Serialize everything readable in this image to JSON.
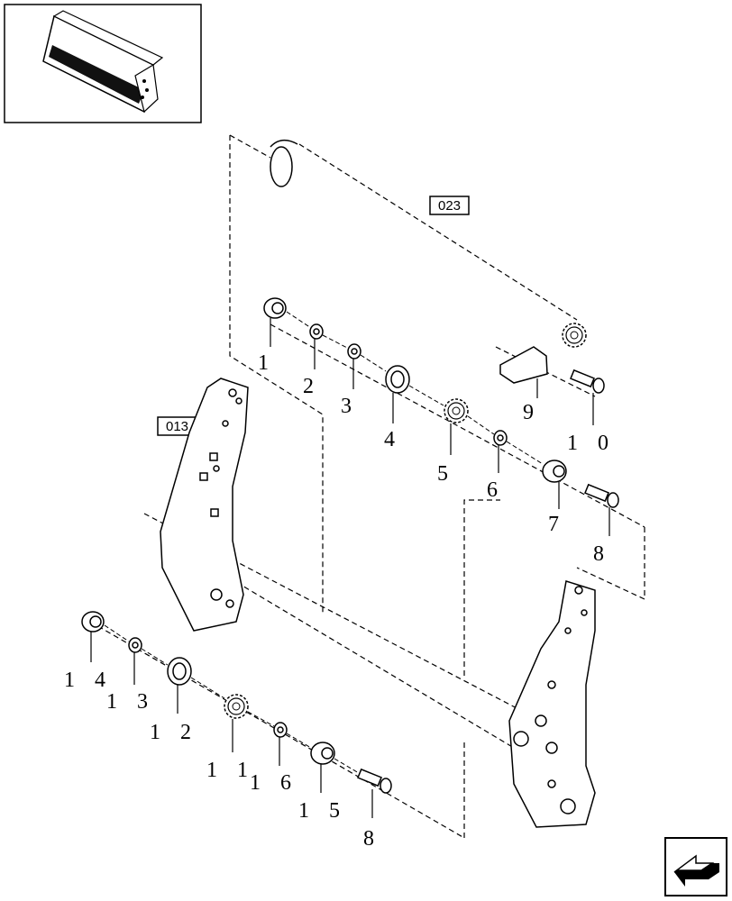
{
  "diagram": {
    "ref_boxes": {
      "top": "023",
      "left": "013"
    },
    "callouts": {
      "c1": "1",
      "c2": "2",
      "c3": "3",
      "c4": "4",
      "c5": "5",
      "c6": "6",
      "c7": "7",
      "c8a": "8",
      "c9": "9",
      "c10": "1 0",
      "c14": "1 4",
      "c13": "1 3",
      "c12": "1 2",
      "c11": "1 1",
      "c16": "1 6",
      "c15": "1 5",
      "c8b": "8"
    }
  },
  "icons": {
    "thumbnail": "machine-header-thumbnail-icon",
    "navigation": "next-page-arrow-icon"
  },
  "colors": {
    "line": "#000000",
    "background": "#ffffff"
  }
}
